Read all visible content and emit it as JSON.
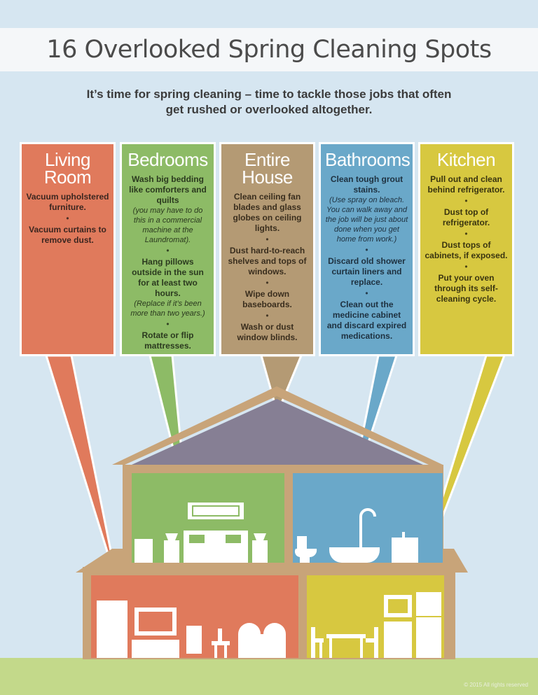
{
  "title": "16 Overlooked Spring Cleaning Spots",
  "subtitle": "It’s time for spring cleaning – time to tackle those jobs that often get rushed or overlooked altogether.",
  "panels": {
    "living": {
      "heading": "Living Room",
      "items": [
        {
          "text": "Vacuum upholstered furniture.",
          "note": ""
        },
        {
          "text": "Vacuum curtains to remove dust.",
          "note": ""
        }
      ]
    },
    "bedrooms": {
      "heading": "Bedrooms",
      "items": [
        {
          "text": "Wash big bedding like comforters and quilts",
          "note": "(you may have to do this in a commercial machine at the Laundromat)."
        },
        {
          "text": "Hang pillows outside in the sun for at least two hours.",
          "note": "(Replace if it’s been more than two years.)"
        },
        {
          "text": "Rotate or flip mattresses.",
          "note": ""
        }
      ]
    },
    "house": {
      "heading": "Entire House",
      "items": [
        {
          "text": "Clean ceiling fan blades and glass globes on ceiling lights.",
          "note": ""
        },
        {
          "text": "Dust hard-to-reach shelves and tops of windows.",
          "note": ""
        },
        {
          "text": "Wipe down baseboards.",
          "note": ""
        },
        {
          "text": "Wash or dust window blinds.",
          "note": ""
        }
      ]
    },
    "bathrooms": {
      "heading": "Bathrooms",
      "items": [
        {
          "text": "Clean tough grout stains.",
          "note": "(Use spray on bleach. You can walk away and the job will be just about done when you get home from work.)"
        },
        {
          "text": "Discard old shower curtain liners and replace.",
          "note": ""
        },
        {
          "text": "Clean out the medicine cabinet and discard expired medications.",
          "note": ""
        }
      ]
    },
    "kitchen": {
      "heading": "Kitchen",
      "items": [
        {
          "text": "Pull out and clean behind refrigerator.",
          "note": ""
        },
        {
          "text": "Dust top of refrigerator.",
          "note": ""
        },
        {
          "text": "Dust tops of cabinets, if exposed.",
          "note": ""
        },
        {
          "text": "Put your oven through its self-cleaning cycle.",
          "note": ""
        }
      ]
    }
  },
  "separator": "•",
  "colors": {
    "background": "#d6e6f1",
    "living": "#e07a5c",
    "bedrooms": "#8dbb66",
    "house": "#b49a74",
    "bathrooms": "#6aa8c9",
    "kitchen": "#d7c840",
    "roof": "#867f94",
    "frame": "#c8a479",
    "grass": "#c3d98a"
  },
  "footer": "© 2015 All rights reserved"
}
